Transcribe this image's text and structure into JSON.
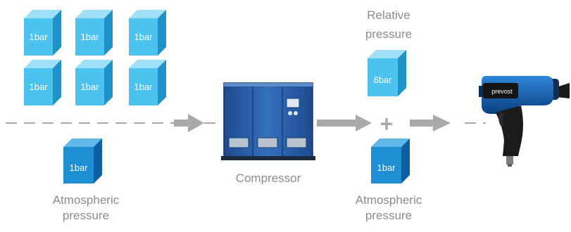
{
  "colors": {
    "cube_light_front": "#4cc3ee",
    "cube_light_top": "#9fe0f7",
    "cube_light_side": "#1f93c9",
    "cube_dark_front": "#1e8fd3",
    "cube_dark_top": "#63b8ea",
    "cube_dark_side": "#0d5fa4",
    "arrow": "#a9a9a9",
    "dashed_line": "#a9a9a9",
    "caption_text": "#8c8c8c",
    "compressor_body": "#2a5fa8",
    "tool_body": "#0b55a6"
  },
  "top_cubes": [
    {
      "label": "1bar"
    },
    {
      "label": "1bar"
    },
    {
      "label": "1bar"
    },
    {
      "label": "1bar"
    },
    {
      "label": "1bar"
    },
    {
      "label": "1bar"
    }
  ],
  "left_cube": {
    "label": "1bar"
  },
  "left_caption": {
    "line1": "Atmospheric",
    "line2": "pressure"
  },
  "compressor": {
    "label": "Compressor"
  },
  "relative_caption": {
    "line1": "Relative",
    "line2": "pressure"
  },
  "relative_cube": {
    "label": "6bar"
  },
  "plus_sign": "+",
  "right_cube": {
    "label": "1bar"
  },
  "right_caption": {
    "line1": "Atmospheric",
    "line2": "pressure"
  },
  "tool": {
    "brand": "prevost"
  }
}
